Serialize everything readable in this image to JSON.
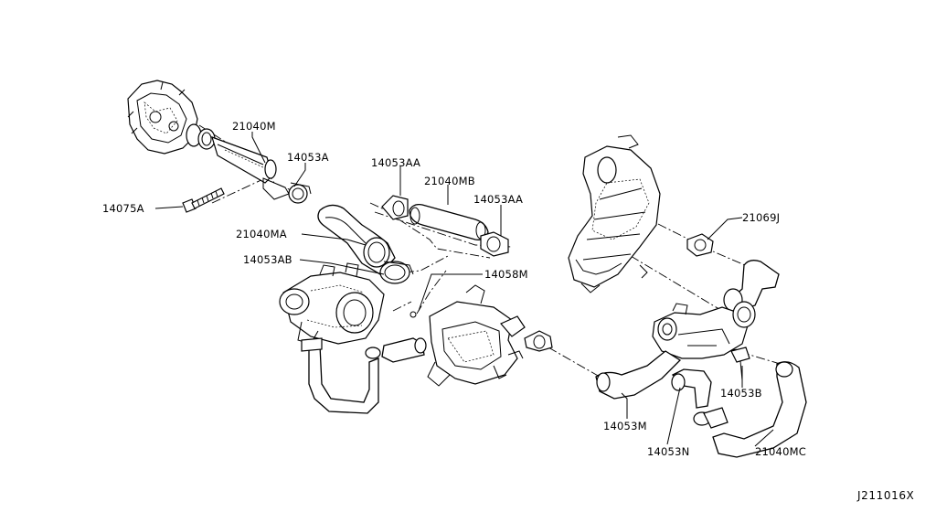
{
  "diagram_code": "J211016X",
  "labels": {
    "l_21040M": "21040M",
    "l_14053A": "14053A",
    "l_14075A": "14075A",
    "l_21040MA": "21040MA",
    "l_14053AB": "14053AB",
    "l_14053AA_1": "14053AA",
    "l_21040MB": "21040MB",
    "l_14053AA_2": "14053AA",
    "l_14058M": "14058M",
    "l_21069J": "21069J",
    "l_14053B": "14053B",
    "l_14053M": "14053M",
    "l_14053N": "14053N",
    "l_21040MC": "21040MC"
  }
}
